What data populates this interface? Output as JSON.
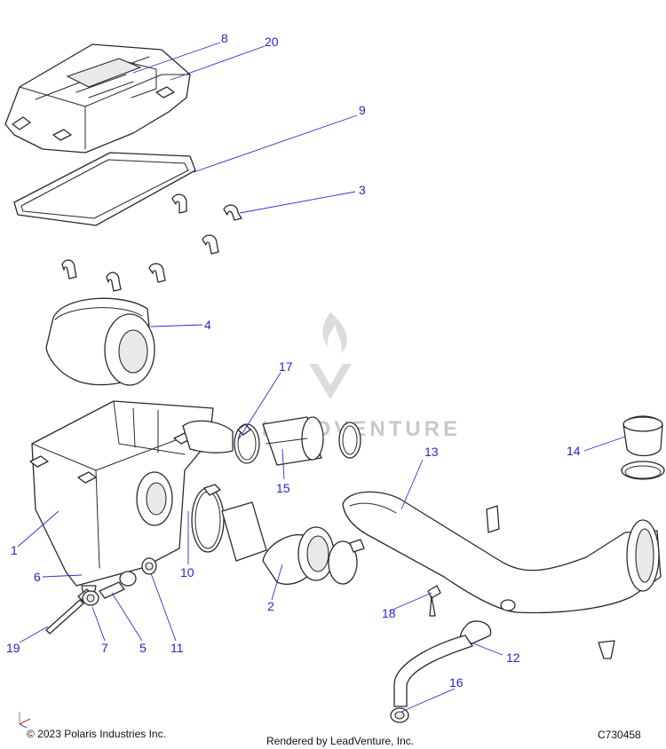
{
  "callouts": [
    {
      "id": "8",
      "label": "8"
    },
    {
      "id": "20",
      "label": "20"
    },
    {
      "id": "9",
      "label": "9"
    },
    {
      "id": "3",
      "label": "3"
    },
    {
      "id": "4",
      "label": "4"
    },
    {
      "id": "17",
      "label": "17"
    },
    {
      "id": "13",
      "label": "13"
    },
    {
      "id": "14",
      "label": "14"
    },
    {
      "id": "15",
      "label": "15"
    },
    {
      "id": "1",
      "label": "1"
    },
    {
      "id": "10",
      "label": "10"
    },
    {
      "id": "6",
      "label": "6"
    },
    {
      "id": "2",
      "label": "2"
    },
    {
      "id": "18",
      "label": "18"
    },
    {
      "id": "19",
      "label": "19"
    },
    {
      "id": "7",
      "label": "7"
    },
    {
      "id": "5",
      "label": "5"
    },
    {
      "id": "11",
      "label": "11"
    },
    {
      "id": "12",
      "label": "12"
    },
    {
      "id": "16",
      "label": "16"
    }
  ],
  "watermark": "LEADVENTURE",
  "footer": {
    "copyright": "© 2023 Polaris Industries Inc.",
    "rendered_by": "Rendered by LeadVenture, Inc.",
    "diagram_code": "C730458"
  },
  "colors": {
    "callout": "#2326c9",
    "leader": "#2b2fd0",
    "linework": "#2a2a2a",
    "watermark": "#c9c9c9"
  }
}
